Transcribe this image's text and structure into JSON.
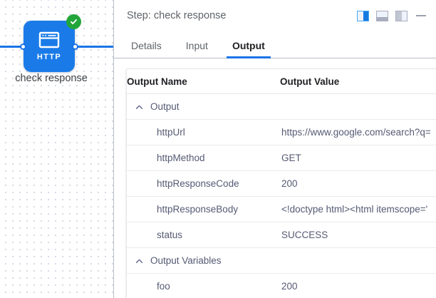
{
  "canvas": {
    "node": {
      "label": "check response",
      "icon": "http-node-icon",
      "icon_text": "HTTP",
      "status": "success",
      "status_icon": "check-circle-icon",
      "node_color": "#1a7be8",
      "status_color": "#22a63a",
      "edge_color": "#1a73e8"
    }
  },
  "panel": {
    "header": {
      "title": "Step: check response",
      "actions": [
        {
          "name": "layout-side-panel-button",
          "icon": "panel-right-icon",
          "active": true
        },
        {
          "name": "layout-bottom-panel-button",
          "icon": "panel-bottom-icon",
          "active": false
        },
        {
          "name": "layout-left-panel-button",
          "icon": "panel-left-icon",
          "active": false
        },
        {
          "name": "minimize-button",
          "icon": "minimize-icon",
          "active": false
        }
      ]
    },
    "tabs": [
      {
        "label": "Details",
        "active": false
      },
      {
        "label": "Input",
        "active": false
      },
      {
        "label": "Output",
        "active": true
      }
    ],
    "table": {
      "columns": [
        "Output Name",
        "Output Value"
      ],
      "groups": [
        {
          "label": "Output",
          "expanded": true,
          "rows": [
            {
              "name": "httpUrl",
              "value": "https://www.google.com/search?q="
            },
            {
              "name": "httpMethod",
              "value": "GET"
            },
            {
              "name": "httpResponseCode",
              "value": "200"
            },
            {
              "name": "httpResponseBody",
              "value": "<!doctype html><html itemscope='"
            },
            {
              "name": "status",
              "value": "SUCCESS"
            }
          ]
        },
        {
          "label": "Output Variables",
          "expanded": true,
          "rows": [
            {
              "name": "foo",
              "value": "200"
            }
          ]
        }
      ]
    }
  },
  "accent_color": "#1a73e8"
}
